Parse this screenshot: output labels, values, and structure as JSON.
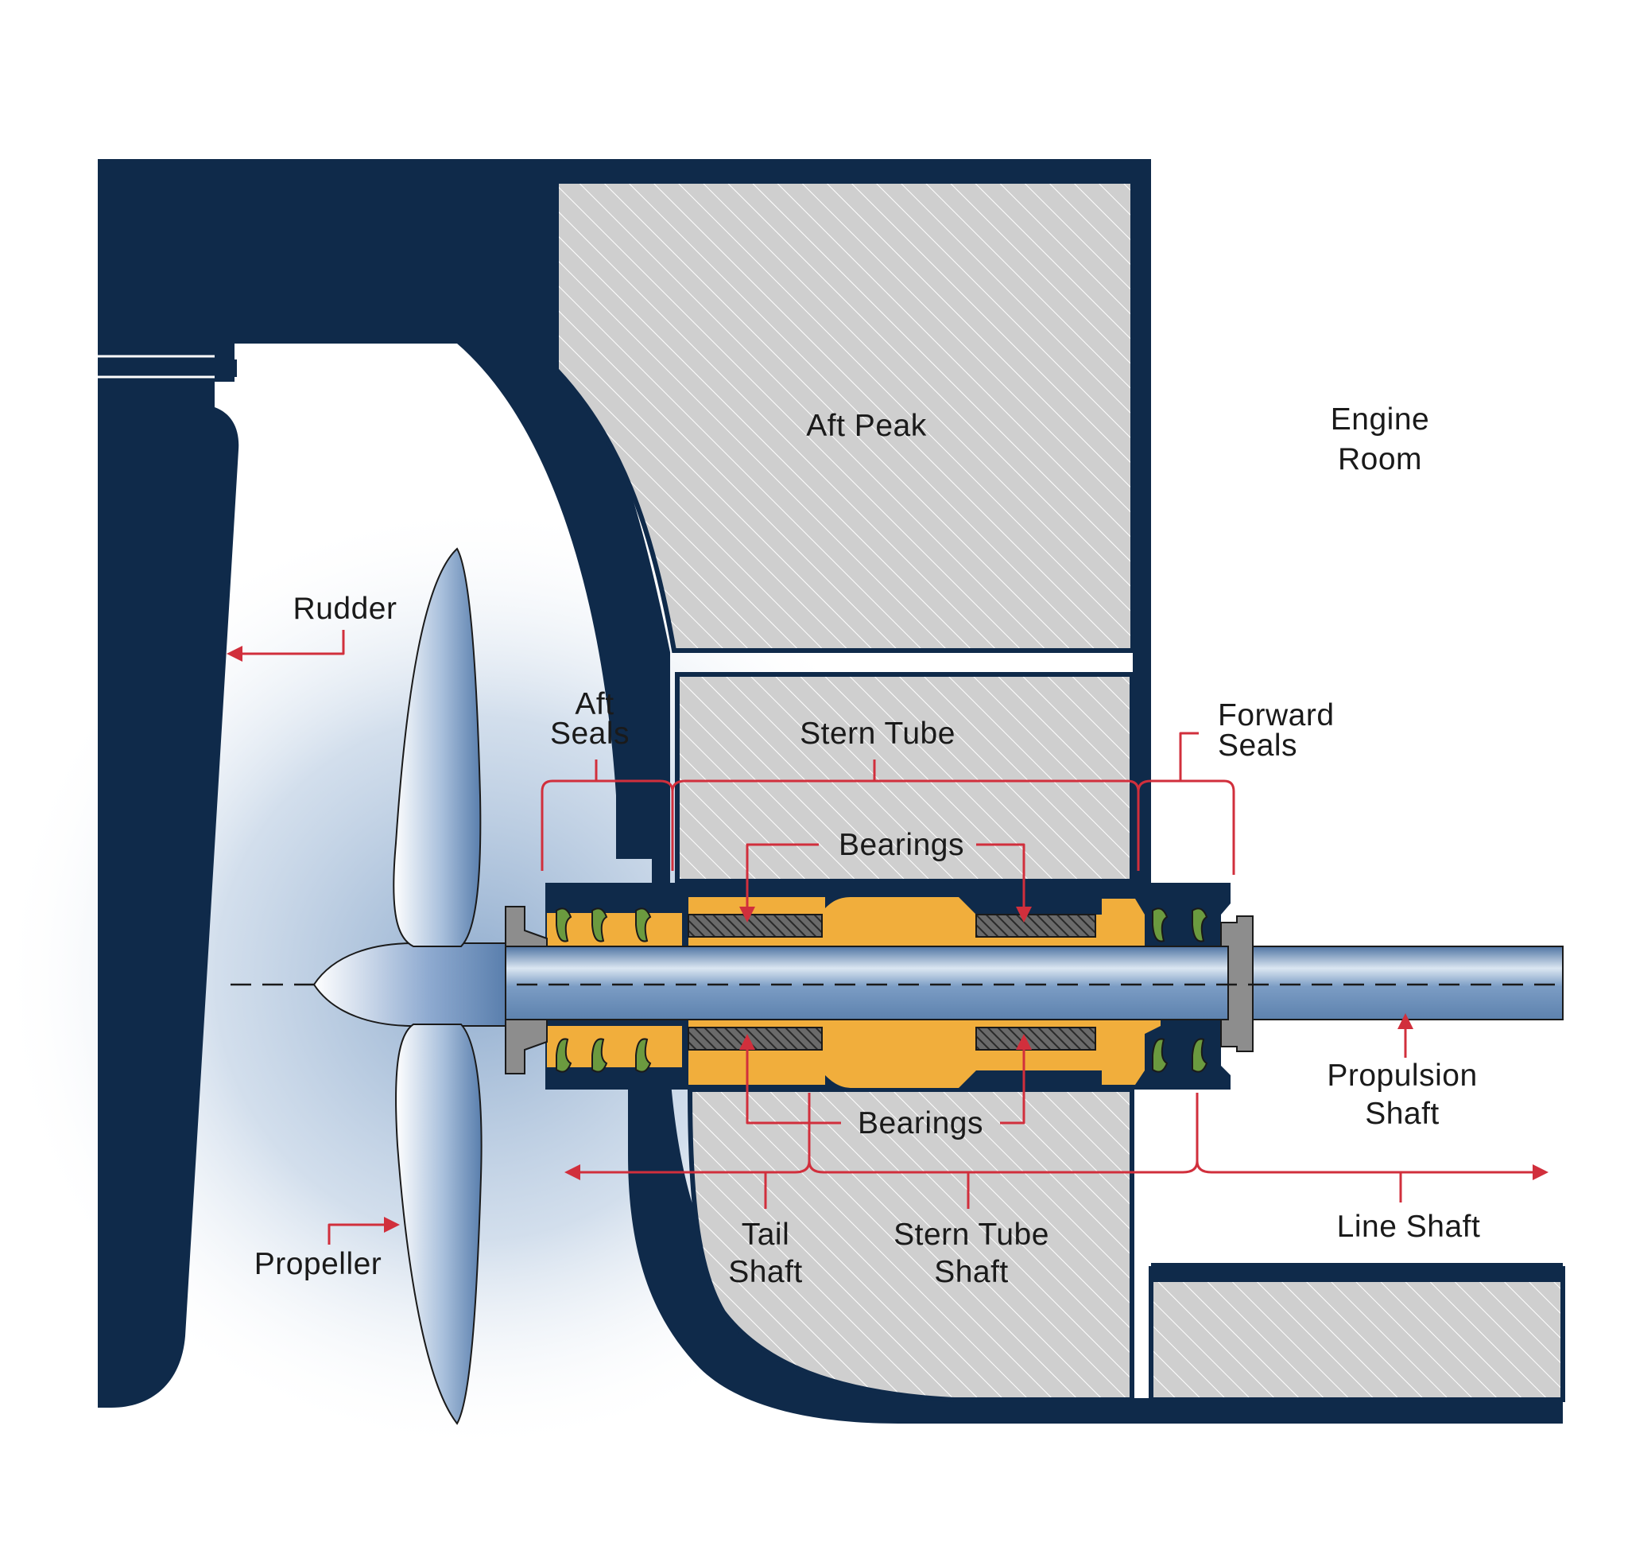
{
  "colors": {
    "hull": "#0f2a4a",
    "compartment_fill": "#cfcfcf",
    "hatch_line": "#ffffff",
    "bearing": "#f1ae3c",
    "bushing": "#444444",
    "seal": "#6b9a3f",
    "shaft": "#6a8db8",
    "flange": "#8d8d8d",
    "leader": "#d12f3c",
    "water": "#9db8d6"
  },
  "labels": {
    "aft_peak": "Aft Peak",
    "engine_room": [
      "Engine",
      "Room"
    ],
    "rudder": "Rudder",
    "aft_seals": [
      "Aft",
      "Seals"
    ],
    "stern_tube": "Stern Tube",
    "forward_seals": [
      "Forward",
      "Seals"
    ],
    "bearings_top": "Bearings",
    "bearings_bottom": "Bearings",
    "propulsion_shaft": [
      "Propulsion",
      "Shaft"
    ],
    "tail_shaft": [
      "Tail",
      "Shaft"
    ],
    "stern_tube_shaft": [
      "Stern Tube",
      "Shaft"
    ],
    "line_shaft": "Line Shaft",
    "propeller": "Propeller"
  }
}
